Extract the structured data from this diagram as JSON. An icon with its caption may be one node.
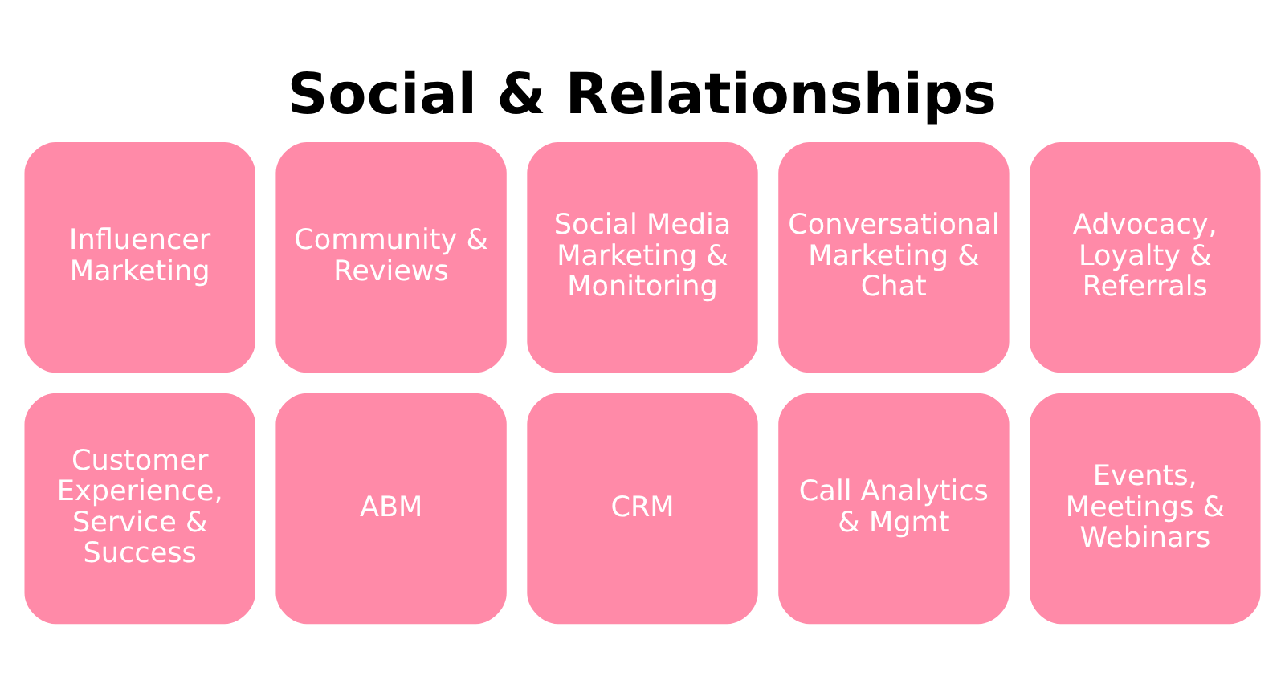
{
  "diagram": {
    "title": "Social & Relationships",
    "nodes": [
      {
        "text": [
          "Influencer Marketing"
        ]
      },
      {
        "text": [
          "Community & Reviews"
        ]
      },
      {
        "text": [
          "Social Media Marketing & Monitoring"
        ]
      },
      {
        "text": [
          "Conversational Marketing & Chat"
        ]
      },
      {
        "text": [
          "Advocacy, Loyalty & Referrals"
        ]
      },
      {
        "text": [
          "Customer Experience, Service & Success"
        ]
      },
      {
        "text": [
          "ABM"
        ]
      },
      {
        "text": [
          "CRM"
        ]
      },
      {
        "text": [
          "Call Analytics & Mgmt"
        ]
      },
      {
        "text": [
          "Events, Meetings & Webinars"
        ]
      }
    ],
    "edges": []
  }
}
